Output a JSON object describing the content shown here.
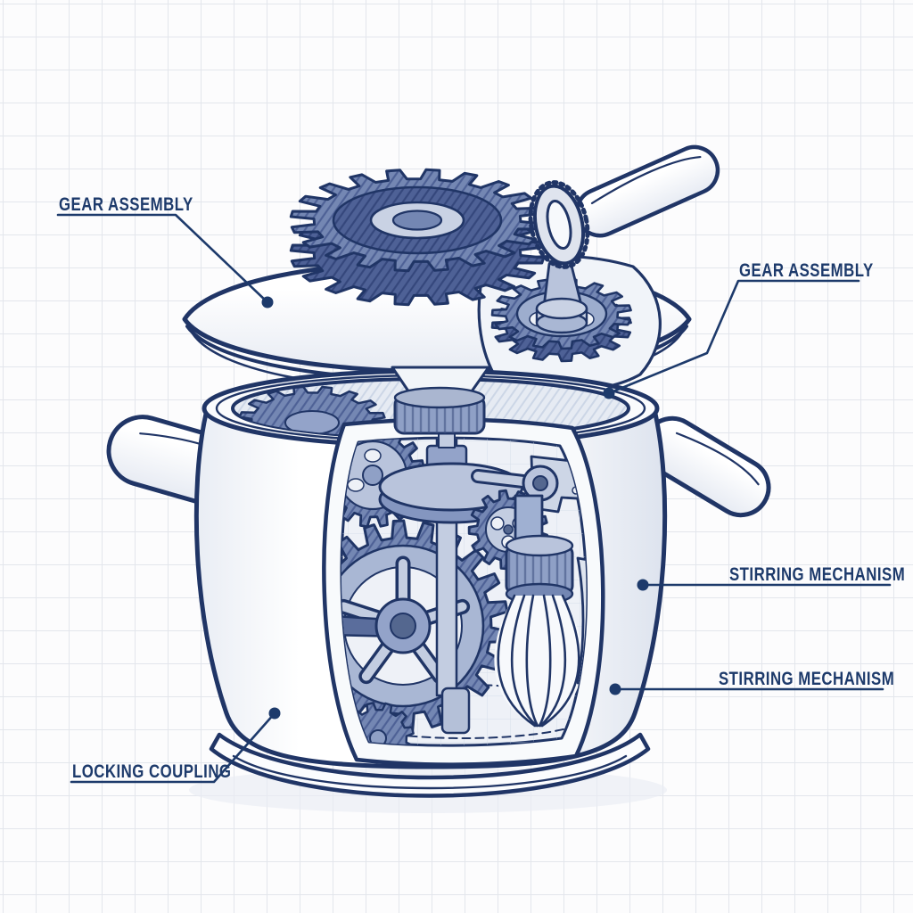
{
  "figure": {
    "style": "blueprint-sketch",
    "subject": "cut-away cooking pot with internal stirring gears, whisk and lifted lid with crank gears"
  },
  "labels": {
    "gear_assembly_left": {
      "text": "GEAR ASSEMBLY"
    },
    "gear_assembly_right": {
      "text": "GEAR ASSEMBLY"
    },
    "stirring_mechanism_upper": {
      "text": "STIRRING MECHANISM"
    },
    "stirring_mechanism_lower": {
      "text": "STIRRING MECHANISM"
    },
    "locking_coupling": {
      "text": "LOCKING COUPLING"
    }
  },
  "colors": {
    "ink": "#203566",
    "label_text": "#1d3a6b",
    "gear_medium": "#7487b3",
    "gear_dark": "#4e6196",
    "metal_light": "#c3cde1",
    "paper_grid_line": "#e3e6ec",
    "paper": "#fcfcfd"
  }
}
